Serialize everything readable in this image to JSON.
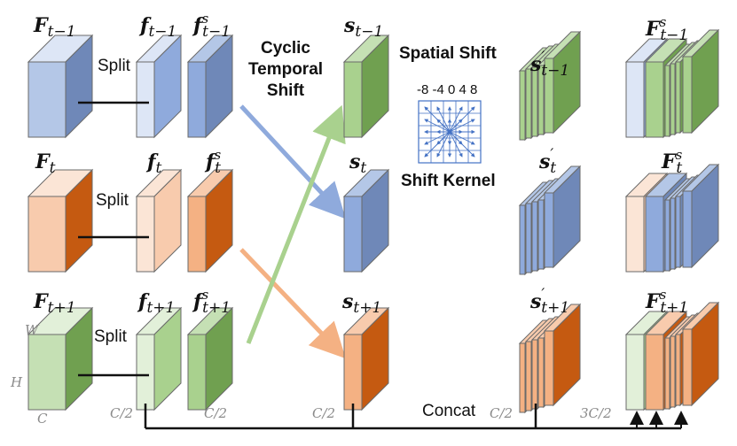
{
  "labels": {
    "F_prev": {
      "base": "F",
      "sub": "t−1",
      "sup": ""
    },
    "F_cur": {
      "base": "F",
      "sub": "t",
      "sup": ""
    },
    "F_next": {
      "base": "F",
      "sub": "t+1",
      "sup": ""
    },
    "f_prev": {
      "base": "f",
      "sub": "t−1",
      "sup": ""
    },
    "f_cur": {
      "base": "f",
      "sub": "t",
      "sup": ""
    },
    "f_next": {
      "base": "f",
      "sub": "t+1",
      "sup": ""
    },
    "fs_prev": {
      "base": "f",
      "sub": "t−1",
      "sup": "s"
    },
    "fs_cur": {
      "base": "f",
      "sub": "t",
      "sup": "s"
    },
    "fs_next": {
      "base": "f",
      "sub": "t+1",
      "sup": "s"
    },
    "s_prev": {
      "base": "s",
      "sub": "t−1",
      "sup": ""
    },
    "s_cur": {
      "base": "s",
      "sub": "t",
      "sup": ""
    },
    "s_next": {
      "base": "s",
      "sub": "t+1",
      "sup": ""
    },
    "sp_prev": {
      "base": "s",
      "sub": "t−1",
      "sup": "′"
    },
    "sp_cur": {
      "base": "s",
      "sub": "t",
      "sup": "′"
    },
    "sp_next": {
      "base": "s",
      "sub": "t+1",
      "sup": "′"
    },
    "Fs_prev": {
      "base": "F",
      "sub": "t−1",
      "sup": "s"
    },
    "Fs_cur": {
      "base": "F",
      "sub": "t",
      "sup": "s"
    },
    "Fs_next": {
      "base": "F",
      "sub": "t+1",
      "sup": "s"
    }
  },
  "text": {
    "split": "Split",
    "cyclic_line1": "Cyclic",
    "cyclic_line2": "Temporal",
    "cyclic_line3": "Shift",
    "spatial_shift": "Spatial Shift",
    "shift_kernel": "Shift Kernel",
    "kernel_ticks": "-8 -4 0 4 8",
    "concat": "Concat",
    "dim_w": "W",
    "dim_h": "H",
    "dim_c": "C",
    "dim_c2": "C/2",
    "dim_3c2": "3C/2"
  },
  "colors": {
    "blue_light": "#dde6f6",
    "blue": "#b4c7e7",
    "blue_mid": "#8faadc",
    "blue_dark": "#6f88b8",
    "orange_light": "#fbe5d6",
    "orange": "#f8cbad",
    "orange_mid": "#f4b183",
    "orange_dark": "#c55a11",
    "green_light": "#e2f0d9",
    "green": "#c5e0b4",
    "green_mid": "#a9d18e",
    "green_dark": "#70a050",
    "arrow_blue": "#8faadc",
    "arrow_green": "#a9d18e",
    "arrow_orange": "#f4b183"
  }
}
